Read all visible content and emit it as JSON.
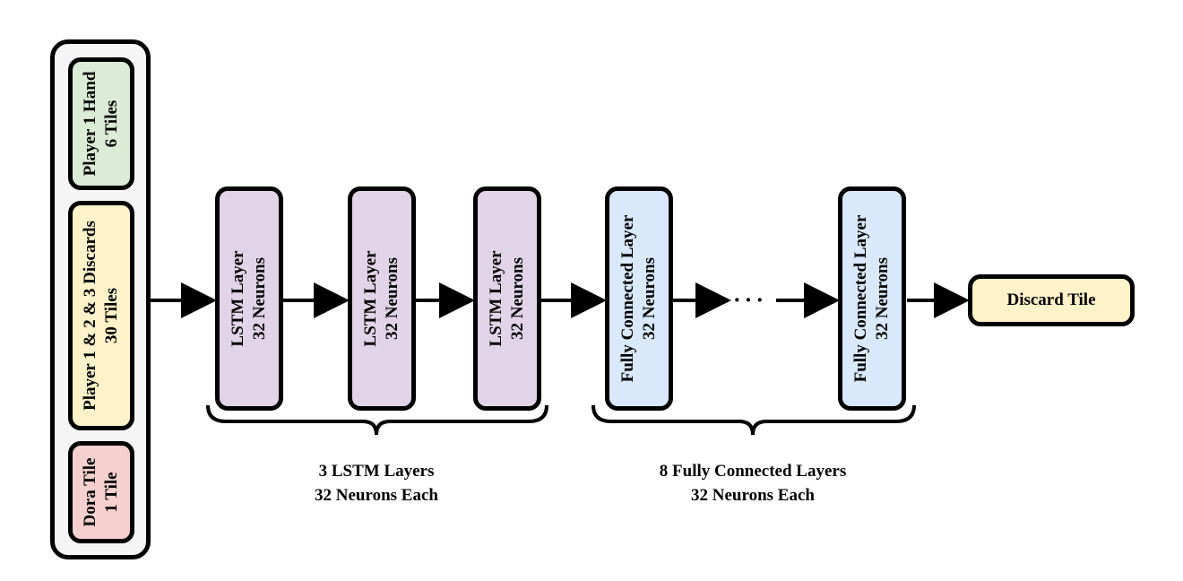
{
  "input_group": {
    "hand": {
      "line1": "Player 1 Hand",
      "line2": "6 Tiles",
      "color": "#dbebd6"
    },
    "discards": {
      "line1": "Player 1 & 2 & 3 Discards",
      "line2": "30 Tiles",
      "color": "#fdf2c9"
    },
    "dora": {
      "line1": "Dora Tile",
      "line2": "1 Tile",
      "color": "#f5d0cf"
    },
    "container_color": "#f5f5f5"
  },
  "lstm_layers": [
    {
      "line1": "LSTM Layer",
      "line2": "32 Neurons"
    },
    {
      "line1": "LSTM Layer",
      "line2": "32 Neurons"
    },
    {
      "line1": "LSTM Layer",
      "line2": "32 Neurons"
    }
  ],
  "lstm_color": "#e2d4e8",
  "fc_layers": [
    {
      "line1": "Fully Connected Layer",
      "line2": "32 Neurons"
    },
    {
      "line1": "Fully Connected Layer",
      "line2": "32 Neurons"
    }
  ],
  "fc_color": "#dae8fb",
  "ellipsis": "···",
  "output": {
    "label": "Discard Tile",
    "color": "#fdf2c9"
  },
  "lstm_caption": {
    "line1": "3 LSTM Layers",
    "line2": "32 Neurons Each"
  },
  "fc_caption": {
    "line1": "8 Fully Connected Layers",
    "line2": "32 Neurons Each"
  }
}
